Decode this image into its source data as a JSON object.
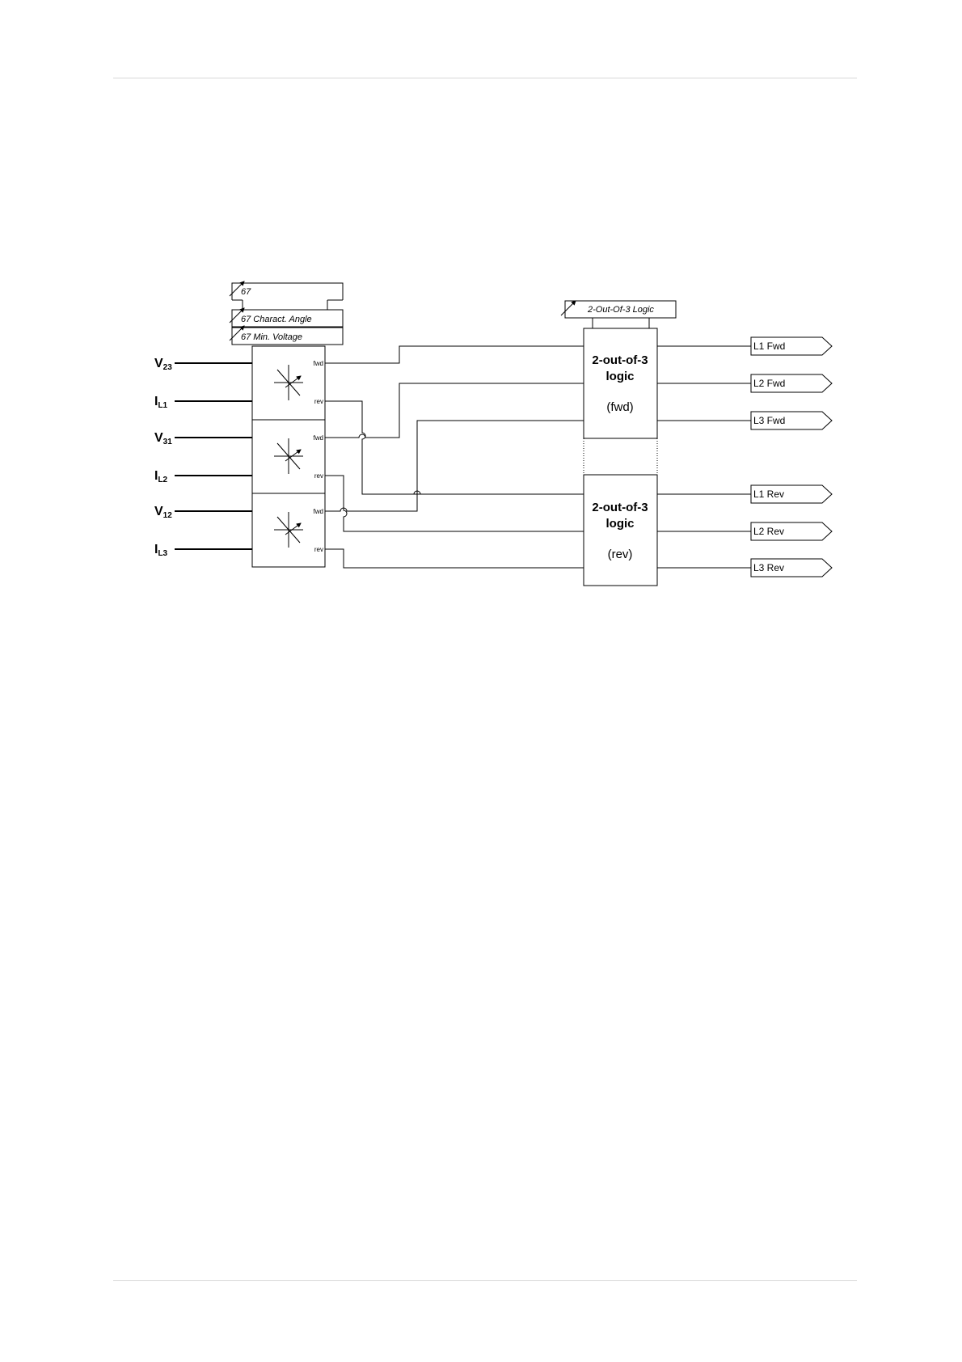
{
  "params_67": {
    "box": "67",
    "charact_angle": "67 Charact. Angle",
    "min_voltage": "67 Min. Voltage"
  },
  "params_logic": "2-Out-Of-3 Logic",
  "inputs": [
    {
      "main": "V",
      "sub": "23"
    },
    {
      "main": "I",
      "sub": "L1"
    },
    {
      "main": "V",
      "sub": "31"
    },
    {
      "main": "I",
      "sub": "L2"
    },
    {
      "main": "V",
      "sub": "12"
    },
    {
      "main": "I",
      "sub": "L3"
    }
  ],
  "ports": {
    "fwd": "fwd",
    "rev": "rev"
  },
  "logic_fwd": {
    "line1": "2-out-of-3",
    "line2": "logic",
    "mode": "(fwd)"
  },
  "logic_rev": {
    "line1": "2-out-of-3",
    "line2": "logic",
    "mode": "(rev)"
  },
  "outputs": [
    "L1 Fwd",
    "L2 Fwd",
    "L3 Fwd",
    "L1 Rev",
    "L2 Rev",
    "L3 Rev"
  ]
}
